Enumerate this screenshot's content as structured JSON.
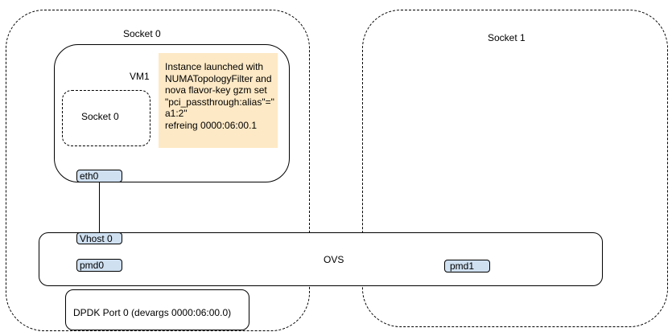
{
  "diagram": {
    "socket0": {
      "label": "Socket 0"
    },
    "socket1": {
      "label": "Socket 1"
    },
    "vm1": {
      "label": "VM1",
      "inner_socket_label": "Socket 0",
      "port_label": "eth0"
    },
    "note": {
      "text": "Instance launched with\nNUMATopologyFilter and\nnova flavor-key gzm set\n\"pci_passthrough:alias\"=\"\na1:2\"\nrefreing 0000:06:00.1",
      "background": "#fde9c5"
    },
    "ovs": {
      "label": "OVS",
      "vhost_label": "Vhost 0",
      "pmd0_label": "pmd0",
      "pmd1_label": "pmd1"
    },
    "dpdk": {
      "label": "DPDK Port 0 (devargs 0000:06:00.0)"
    },
    "colors": {
      "port_fill": "#cfe0f1",
      "note_fill": "#fde9c5"
    }
  }
}
